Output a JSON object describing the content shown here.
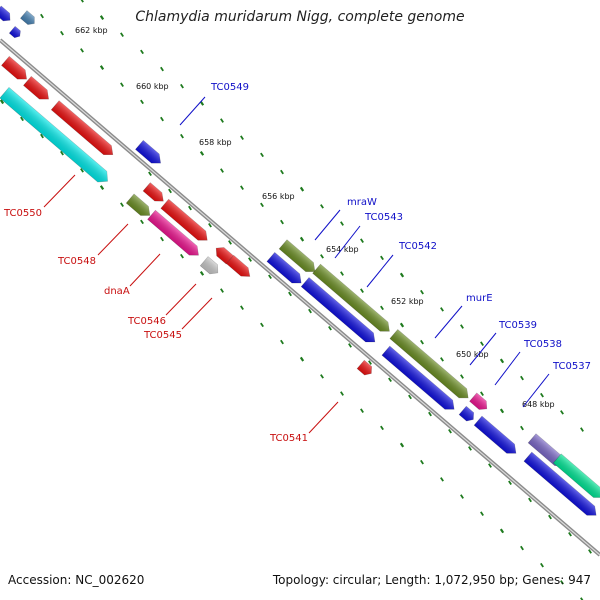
{
  "title": "Chlamydia muridarum Nigg, complete genome",
  "footer": {
    "accession": "Accession: NC_002620",
    "summary": "Topology: circular; Length: 1,072,950 bp; Genes: 947"
  },
  "scale_labels": [
    "662 kbp",
    "660 kbp",
    "658 kbp",
    "656 kbp",
    "654 kbp",
    "652 kbp",
    "650 kbp",
    "648 kbp"
  ],
  "gene_labels": {
    "forward": [
      "TC0549",
      "mraW",
      "TC0543",
      "TC0542",
      "murE",
      "TC0539",
      "TC0538",
      "TC0537"
    ],
    "reverse": [
      "TC0550",
      "TC0548",
      "dnaA",
      "TC0546",
      "TC0545",
      "TC0541"
    ]
  },
  "colors": {
    "forward_label": "#1010c8",
    "reverse_label": "#c81010",
    "backbone": "#8c8c8c",
    "tick": "#1e7a1e",
    "feature_blue": "#1010e0",
    "feature_red": "#ee1010",
    "feature_olive": "#6b8e23",
    "feature_cyan": "#00eaea",
    "feature_magenta": "#ee1490",
    "feature_grey": "#c8c8c8",
    "feature_steel": "#4682b4",
    "feature_slate": "#7b68c8",
    "feature_spring": "#00e696"
  }
}
